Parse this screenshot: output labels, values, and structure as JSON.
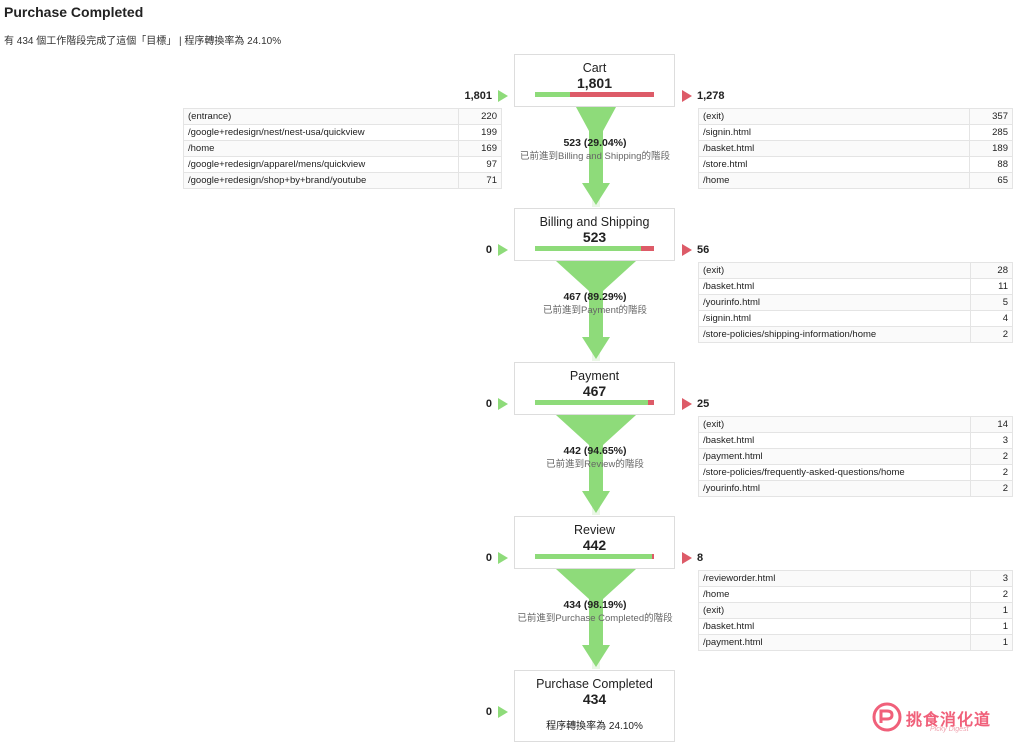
{
  "header": {
    "title": "Purchase Completed",
    "subtitle": "有 434 個工作階段完成了這個「目標」 | 程序轉換率為 24.10%"
  },
  "stages": [
    {
      "name": "Cart",
      "count": "1,801",
      "entries": "1,801",
      "exits": "1,278",
      "proceed_fraction": 0.2904,
      "proceed_count": "523 (29.04%)",
      "proceed_desc": "已前進到Billing and Shipping的階段",
      "entry_sources": [
        {
          "path": "(entrance)",
          "count": "220"
        },
        {
          "path": "/google+redesign/nest/nest-usa/quickview",
          "count": "199"
        },
        {
          "path": "/home",
          "count": "169"
        },
        {
          "path": "/google+redesign/apparel/mens/quickview",
          "count": "97"
        },
        {
          "path": "/google+redesign/shop+by+brand/youtube",
          "count": "71"
        }
      ],
      "exit_destinations": [
        {
          "path": "(exit)",
          "count": "357"
        },
        {
          "path": "/signin.html",
          "count": "285"
        },
        {
          "path": "/basket.html",
          "count": "189"
        },
        {
          "path": "/store.html",
          "count": "88"
        },
        {
          "path": "/home",
          "count": "65"
        }
      ]
    },
    {
      "name": "Billing and Shipping",
      "count": "523",
      "entries": "0",
      "exits": "56",
      "proceed_fraction": 0.8929,
      "proceed_count": "467 (89.29%)",
      "proceed_desc": "已前進到Payment的階段",
      "exit_destinations": [
        {
          "path": "(exit)",
          "count": "28"
        },
        {
          "path": "/basket.html",
          "count": "11"
        },
        {
          "path": "/yourinfo.html",
          "count": "5"
        },
        {
          "path": "/signin.html",
          "count": "4"
        },
        {
          "path": "/store-policies/shipping-information/home",
          "count": "2"
        }
      ]
    },
    {
      "name": "Payment",
      "count": "467",
      "entries": "0",
      "exits": "25",
      "proceed_fraction": 0.9465,
      "proceed_count": "442 (94.65%)",
      "proceed_desc": "已前進到Review的階段",
      "exit_destinations": [
        {
          "path": "(exit)",
          "count": "14"
        },
        {
          "path": "/basket.html",
          "count": "3"
        },
        {
          "path": "/payment.html",
          "count": "2"
        },
        {
          "path": "/store-policies/frequently-asked-questions/home",
          "count": "2"
        },
        {
          "path": "/yourinfo.html",
          "count": "2"
        }
      ]
    },
    {
      "name": "Review",
      "count": "442",
      "entries": "0",
      "exits": "8",
      "proceed_fraction": 0.9819,
      "proceed_count": "434 (98.19%)",
      "proceed_desc": "已前進到Purchase Completed的階段",
      "exit_destinations": [
        {
          "path": "/revieworder.html",
          "count": "3"
        },
        {
          "path": "/home",
          "count": "2"
        },
        {
          "path": "(exit)",
          "count": "1"
        },
        {
          "path": "/basket.html",
          "count": "1"
        },
        {
          "path": "/payment.html",
          "count": "1"
        }
      ]
    }
  ],
  "final_stage": {
    "name": "Purchase Completed",
    "count": "434",
    "entries": "0",
    "rate_text": "程序轉換率為 24.10%"
  },
  "logo": {
    "text": "挑食消化道",
    "sub": "Picky Digest"
  },
  "colors": {
    "proceed": "#8edb7a",
    "exit": "#dd5b68"
  }
}
